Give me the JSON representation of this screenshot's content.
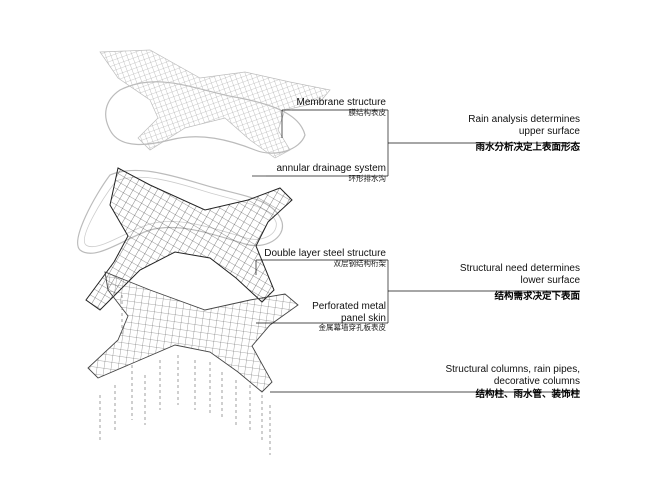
{
  "layers": {
    "membrane": {
      "label_en": "Membrane structure",
      "label_cn": "膜结构表皮"
    },
    "drainage": {
      "label_en": "annular drainage system",
      "label_cn": "环形排水沟"
    },
    "steel": {
      "label_en": "Double layer steel structure",
      "label_cn": "双层钢结构桁架"
    },
    "panel": {
      "label_en_line1": "Perforated metal",
      "label_en_line2": "panel skin",
      "label_cn": "金属幕墙穿孔板表皮"
    }
  },
  "notes": {
    "upper": {
      "en_line1": "Rain analysis determines",
      "en_line2": "upper surface",
      "cn": "雨水分析决定上表面形态"
    },
    "lower": {
      "en_line1": "Structural need determines",
      "en_line2": "lower surface",
      "cn": "结构需求决定下表面"
    },
    "columns": {
      "en_line1": "Structural columns, rain pipes,",
      "en_line2": "decorative columns",
      "cn": "结构柱、雨水管、装饰柱"
    }
  }
}
